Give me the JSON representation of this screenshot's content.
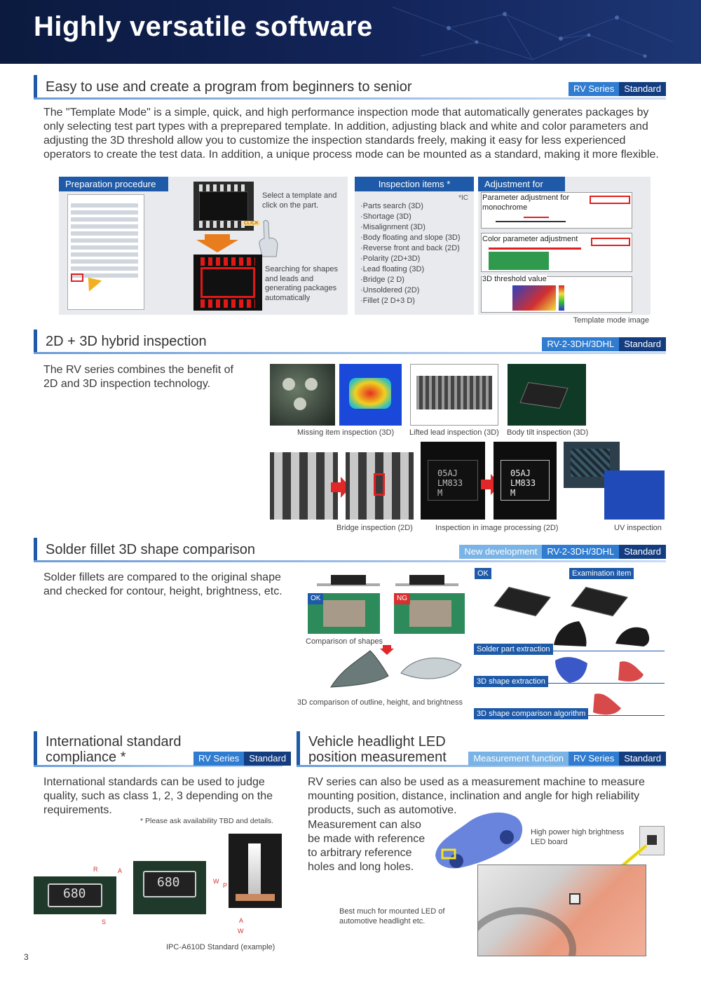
{
  "banner": {
    "title": "Highly versatile software"
  },
  "page_number": "3",
  "s1": {
    "title": "Easy to use and create a program from beginners to senior",
    "tags": [
      "RV Series",
      "Standard"
    ],
    "body": "The \"Template Mode\" is a simple, quick, and high performance inspection mode that automatically generates packages by only selecting test part types with a preprepared template. In addition, adjusting black and white and color parameters and adjusting the 3D threshold allow you to customize the inspection standards freely, making it easy for less experienced operators to create the test data.  In addition, a unique process mode can be mounted as a standard, making it more flexible.",
    "prep_title": "Preparation procedure",
    "click_label": "CLICK",
    "step1": "Select a template and click on the part.",
    "step2": "Searching for shapes and leads and generating packages automatically",
    "insp_title": "Inspection items *",
    "ic": "*IC",
    "items": [
      "Parts search (3D)",
      "Shortage (3D)",
      "Misalignment (3D)",
      "Body floating and slope (3D)",
      "Reverse front and back (2D)",
      "Polarity (2D+3D)",
      "Lead floating (3D)",
      "Bridge (2 D)",
      "Unsoldered (2D)",
      "Fillet (2 D+3 D)"
    ],
    "adj_title": "Adjustment for",
    "adj1": "Parameter adjustment for monochrome",
    "adj2": "Color parameter adjustment",
    "adj3": "3D threshold value",
    "caption": "Template mode image"
  },
  "s2": {
    "title": "2D + 3D hybrid inspection",
    "tags": [
      "RV-2-3DH/3DHL",
      "Standard"
    ],
    "body": "The RV series combines the benefit of 2D and 3D inspection technology.",
    "cap_missing": "Missing item inspection (3D)",
    "cap_lifted": "Lifted lead inspection (3D)",
    "cap_tilt": "Body tilt inspection (3D)",
    "cap_bridge": "Bridge inspection (2D)",
    "cap_image": "Inspection in image processing (2D)",
    "cap_uv": "UV inspection",
    "chip_text1": "05AJ",
    "chip_text2": "LM833",
    "chip_text3": "M"
  },
  "s3": {
    "title": "Solder fillet 3D shape comparison",
    "tags": [
      "New development",
      "RV-2-3DH/3DHL",
      "Standard"
    ],
    "body": "Solder fillets are compared to the original shape and checked for contour, height, brightness, etc.",
    "ok": "OK",
    "ng": "NG",
    "cap_shapes": "Comparison of shapes",
    "cap_3d": "3D comparison of outline, height, and brightness",
    "ok2": "OK",
    "exam": "Examination item",
    "step_solder": "Solder part extraction",
    "step_3d": "3D shape extraction",
    "step_algo": "3D shape comparison algorithm"
  },
  "s4": {
    "title1": "International standard",
    "title2": "compliance *",
    "tags": [
      "RV Series",
      "Standard"
    ],
    "body": "International standards can be used to judge quality, such as class 1, 2, 3 depending on the requirements.",
    "note": "* Please ask availability TBD and details.",
    "chip_code": "680",
    "caption": "IPC-A610D Standard (example)",
    "dim_r": "R",
    "dim_a": "A",
    "dim_s": "S",
    "dim_w": "W",
    "dim_p": "P"
  },
  "s5": {
    "title1": "Vehicle headlight LED",
    "title2": "position measurement",
    "tags": [
      "Measurement function",
      "RV Series",
      "Standard"
    ],
    "body1": "RV series can also be used as a measurement machine to measure mounting position, distance, inclination and angle for high reliability products, such as automotive.",
    "body2": "Measurement can also be made with reference to arbitrary reference holes and long holes.",
    "led_label": "High power high brightness LED board",
    "best": "Best much for mounted LED of automotive headlight etc."
  },
  "colors": {
    "brand": "#1e5aa8",
    "banner": "#13245a"
  }
}
